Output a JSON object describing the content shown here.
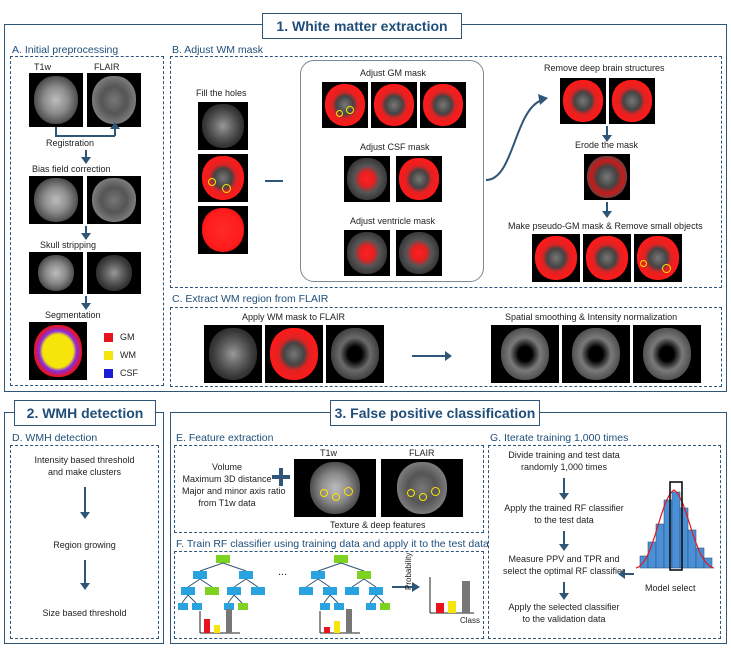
{
  "top_title": "1. White matter extraction",
  "panel_a": {
    "label": "A. Initial preprocessing",
    "t1w": "T1w",
    "flair": "FLAIR",
    "registration": "Registration",
    "bias": "Bias field correction",
    "skull": "Skull stripping",
    "segmentation": "Segmentation",
    "legend": [
      {
        "name": "GM",
        "color": "#e8141b"
      },
      {
        "name": "WM",
        "color": "#f5e50a"
      },
      {
        "name": "CSF",
        "color": "#1b1bd6"
      }
    ]
  },
  "panel_b": {
    "label": "B. Adjust WM mask",
    "fill": "Fill the holes",
    "adjust_gm": "Adjust GM mask",
    "adjust_csf": "Adjust CSF mask",
    "adjust_ventricle": "Adjust ventricle mask",
    "remove_deep": "Remove deep brain structures",
    "erode": "Erode the mask",
    "pseudo": "Make pseudo-GM mask & Remove small objects"
  },
  "panel_c": {
    "label": "C. Extract WM region from FLAIR",
    "apply": "Apply WM mask to FLAIR",
    "smoothing": "Spatial smoothing & Intensity normalization"
  },
  "wmh_title": "2. WMH detection",
  "panel_d": {
    "label": "D. WMH detection",
    "step1_line1": "Intensity based threshold",
    "step1_line2": "and make clusters",
    "step2": "Region growing",
    "step3": "Size based threshold"
  },
  "fp_title": "3. False positive classification",
  "panel_e": {
    "label": "E. Feature extraction",
    "features": [
      "Volume",
      "Maximum 3D distance",
      "Major and minor axis ratio",
      "from T1w data"
    ],
    "t1w": "T1w",
    "flair": "FLAIR",
    "texture": "Texture & deep features"
  },
  "panel_f": {
    "label": "F. Train RF classifier using training data and apply it to the test data",
    "dots": "...",
    "probability": "Probability",
    "class": "Class"
  },
  "panel_g": {
    "label": "G. Iterate training 1,000 times",
    "step1_line1": "Divide training and test data",
    "step1_line2": "randomly 1,000 times",
    "step2_line1": "Apply the trained RF classifier",
    "step2_line2": "to the test data",
    "step3_line1": "Measure PPV and TPR and",
    "step3_line2": "select the optimal RF classifier",
    "step4_line1": "Apply the selected classifier",
    "step4_line2": "to the validation data",
    "model_select": "Model select"
  },
  "colors": {
    "frame": "#2f5577",
    "tree_blue": "#29a3e0",
    "tree_green": "#7ed321",
    "bar_red": "#e8141b",
    "bar_yellow": "#f5e50a",
    "bar_gray": "#777777",
    "hist_blue": "#4a90d9"
  }
}
